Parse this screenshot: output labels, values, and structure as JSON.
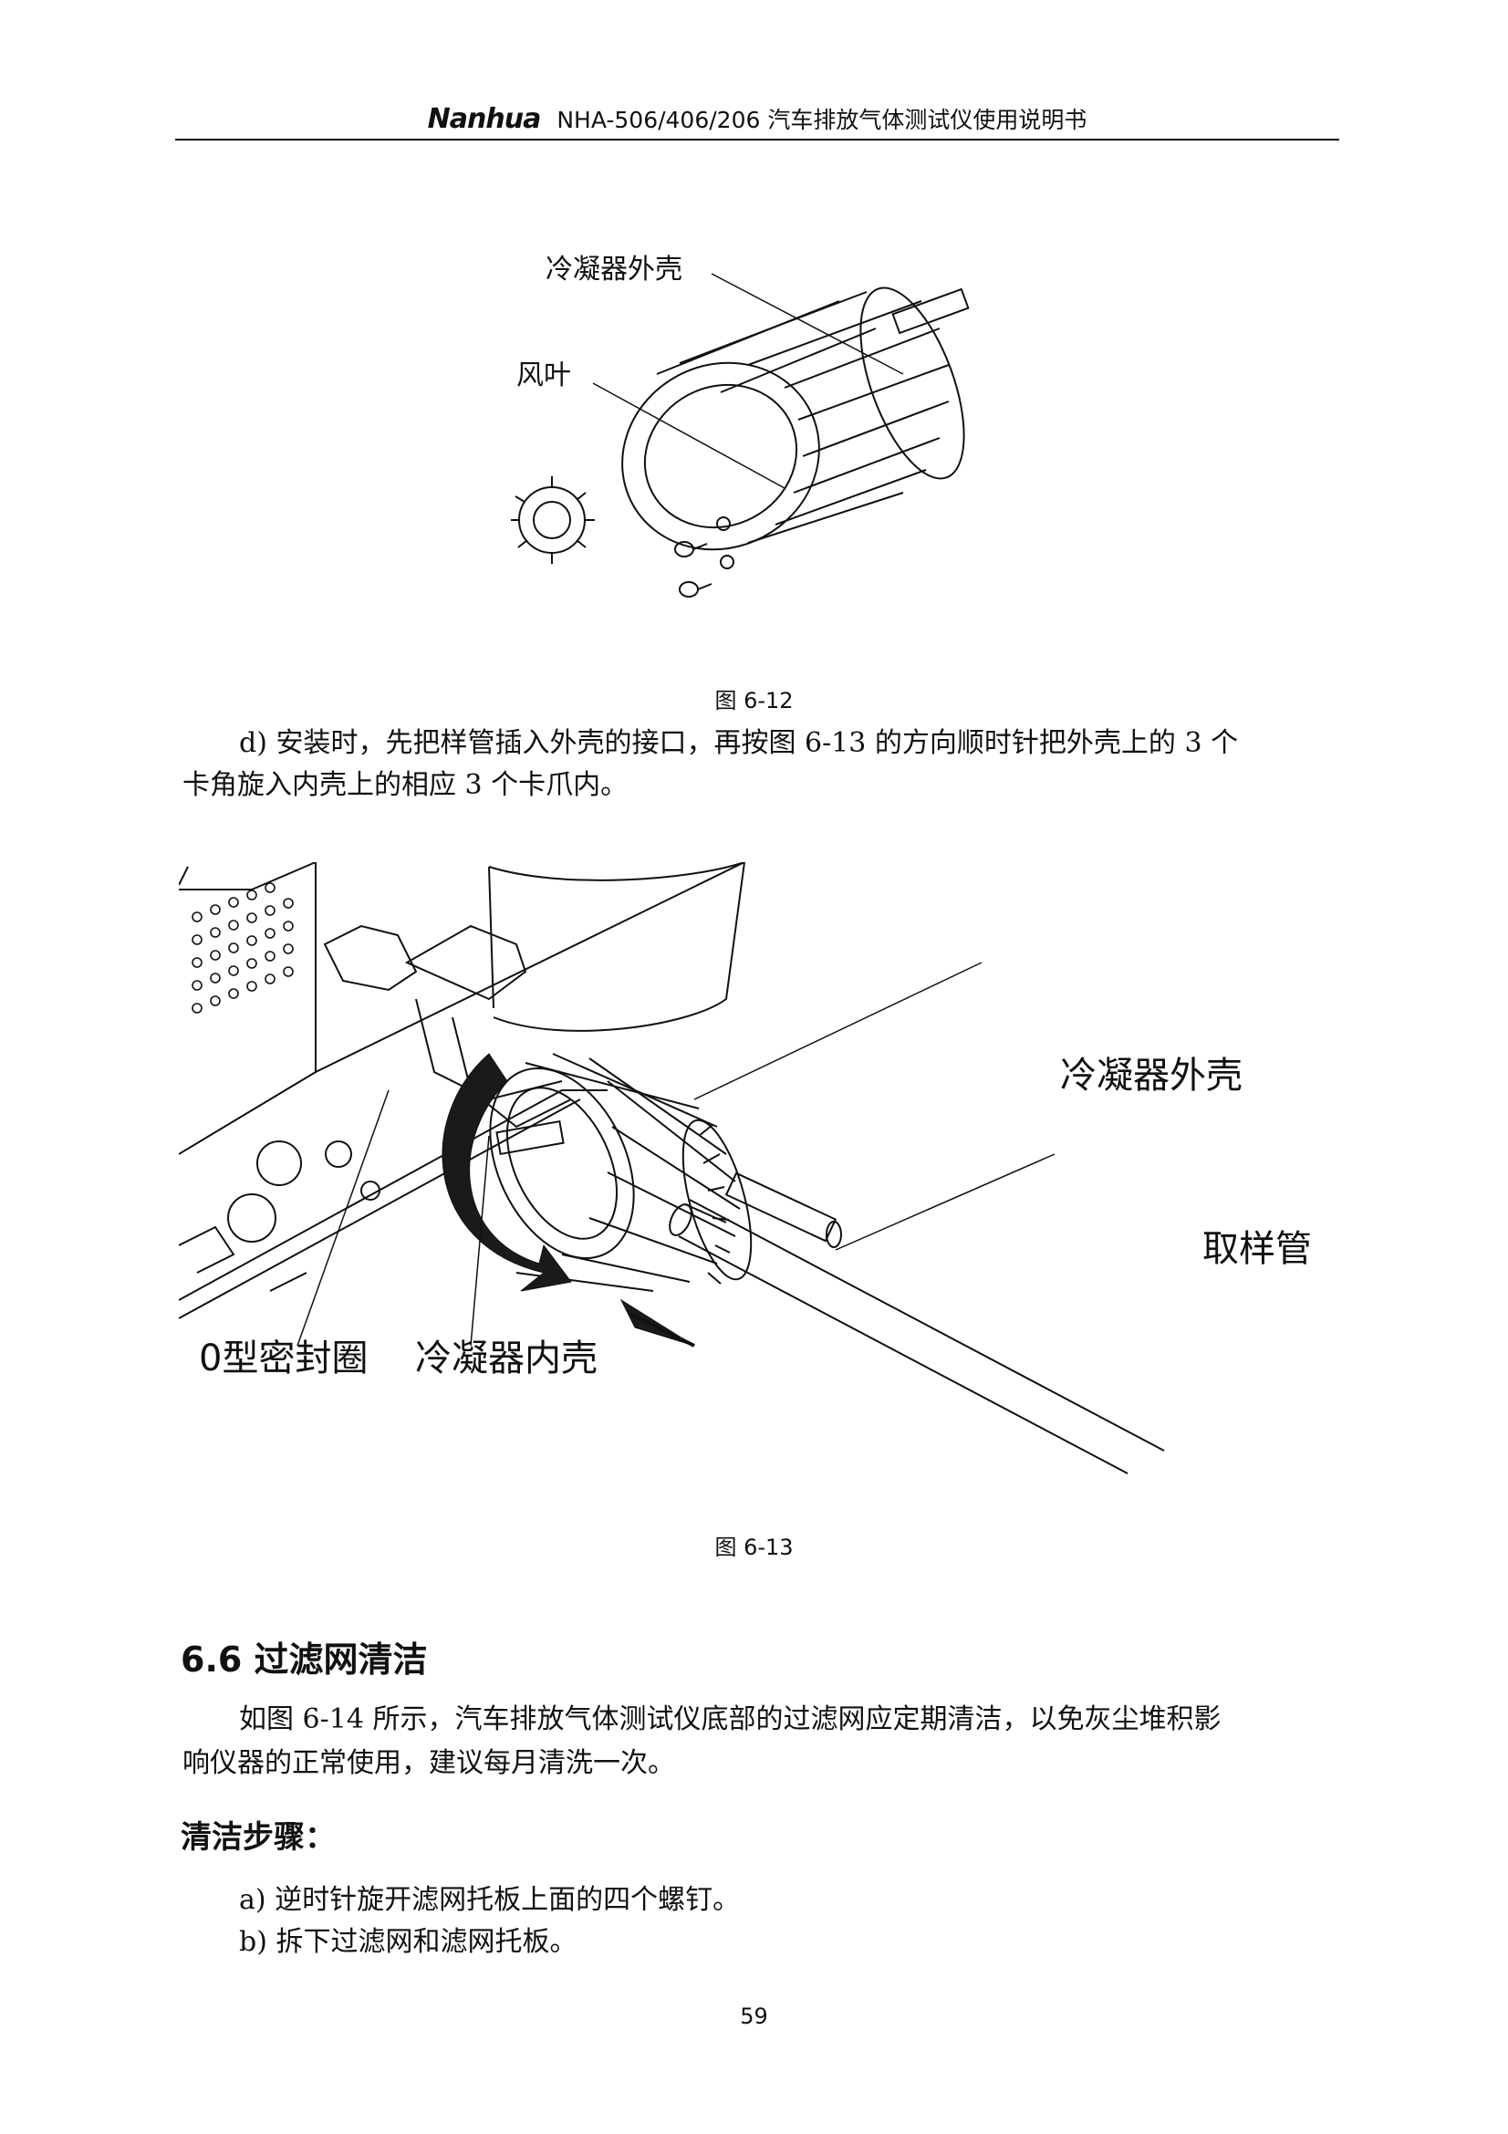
{
  "header": {
    "logo": "Nanhua",
    "title": "NHA-506/406/206 汽车排放气体测试仪使用说明书"
  },
  "figure_12": {
    "label_shell": "冷凝器外壳",
    "label_fan": "风叶",
    "caption": "图 6-12"
  },
  "step_d": {
    "line1": "d)  安装时，先把样管插入外壳的接口，再按图 6-13 的方向顺时针把外壳上的 3 个",
    "line2": "卡角旋入内壳上的相应 3 个卡爪内。"
  },
  "figure_13": {
    "label_shell": "冷凝器外壳",
    "label_tube": "取样管",
    "label_oring": "0型密封圈",
    "label_inner": "冷凝器内壳",
    "caption": "图 6-13"
  },
  "section": {
    "heading": "6.6 过滤网清洁",
    "para_line1": "如图 6-14 所示，汽车排放气体测试仪底部的过滤网应定期清洁，以免灰尘堆积影",
    "para_line2": "响仪器的正常使用，建议每月清洗一次。",
    "steps_heading": "清洁步骤：",
    "step_a": "a)  逆时针旋开滤网托板上面的四个螺钉。",
    "step_b": "b)  拆下过滤网和滤网托板。"
  },
  "page_number": "59"
}
